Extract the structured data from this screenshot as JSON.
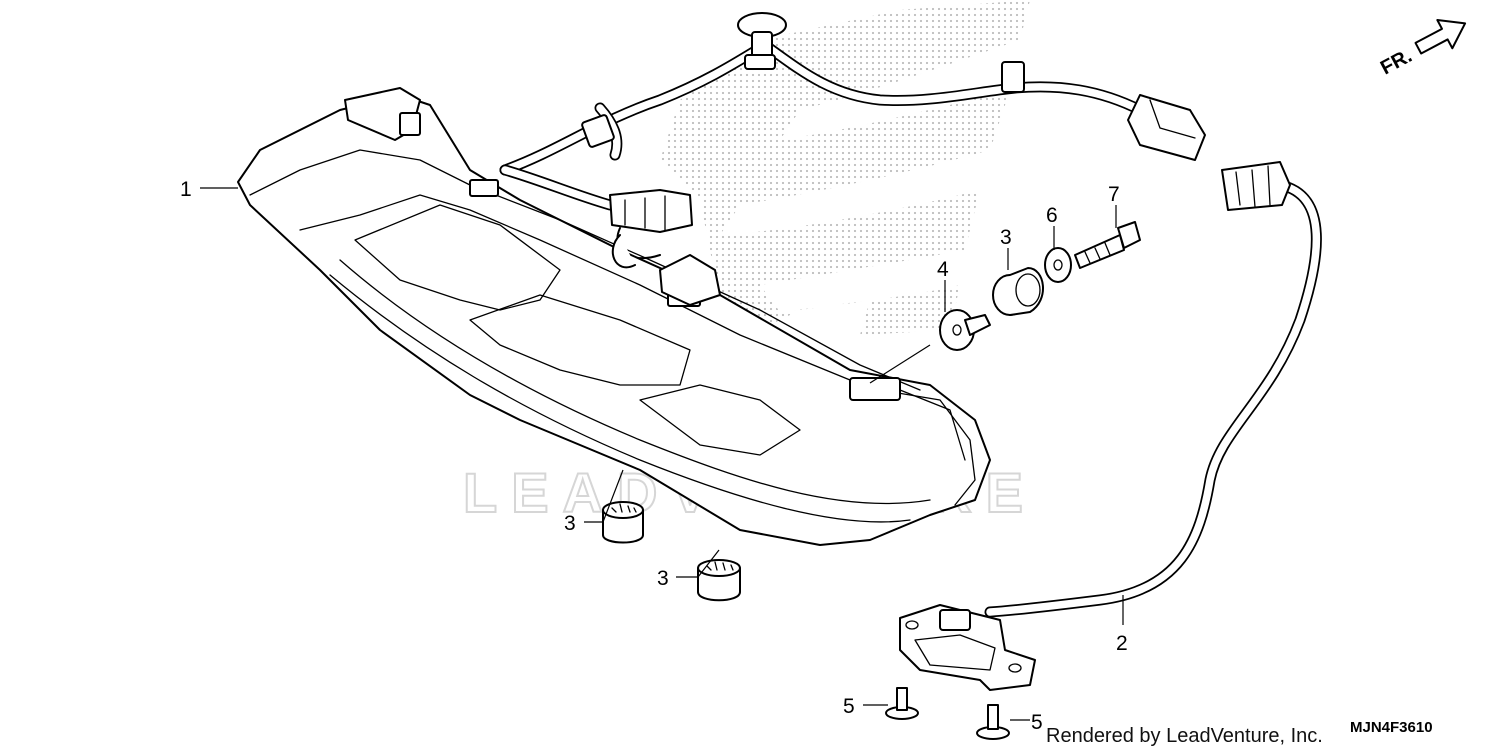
{
  "diagram": {
    "callouts": [
      {
        "id": "c1",
        "label": "1"
      },
      {
        "id": "c2",
        "label": "2"
      },
      {
        "id": "c3a",
        "label": "3"
      },
      {
        "id": "c3b",
        "label": "3"
      },
      {
        "id": "c3c",
        "label": "3"
      },
      {
        "id": "c4",
        "label": "4"
      },
      {
        "id": "c5a",
        "label": "5"
      },
      {
        "id": "c5b",
        "label": "5"
      },
      {
        "id": "c6",
        "label": "6"
      },
      {
        "id": "c7",
        "label": "7"
      }
    ],
    "direction_label": "FR.",
    "watermark_text": "LEADVENTURE",
    "diagram_code": "MJN4F3610",
    "footer_credit": "Rendered by LeadVenture, Inc."
  },
  "colors": {
    "line": "#000000",
    "background": "#ffffff",
    "watermark": "#d6d6d6",
    "halftone": "#bdbdbd"
  }
}
